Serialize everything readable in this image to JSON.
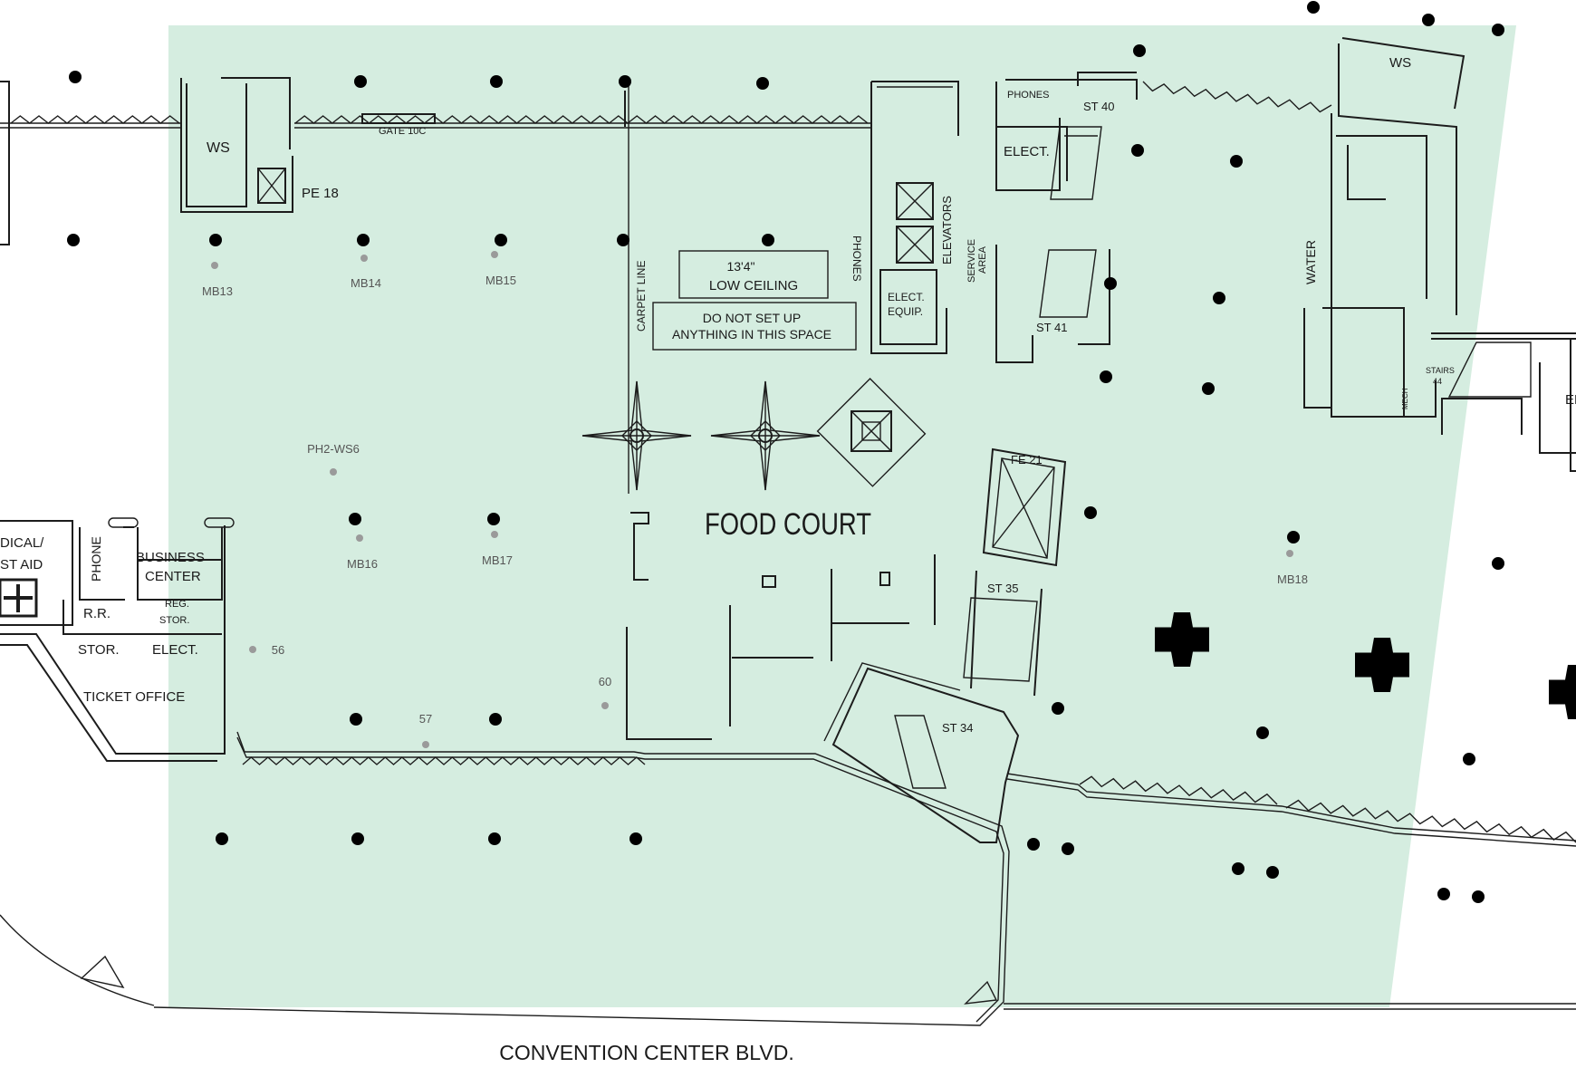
{
  "colors": {
    "zone": "#d5ede0",
    "line": "#1c1c1c",
    "marker": "#9a9a9a"
  },
  "rooms": {
    "ws_left": "WS",
    "pe18": "PE 18",
    "gate10c": "GATE 10C",
    "phones_top": "PHONES",
    "st40": "ST 40",
    "elect_top": "ELECT.",
    "ws_right": "WS",
    "elevators": "ELEVATORS",
    "phones_side": "PHONES",
    "service_area_1": "SERVICE",
    "service_area_2": "AREA",
    "elect_equip_1": "ELECT.",
    "elect_equip_2": "EQUIP.",
    "st41": "ST 41",
    "water": "WATER",
    "stairs44_1": "STAIRS",
    "stairs44_2": "44",
    "mech": "MECH",
    "el_partial": "EL",
    "fe21": "FE 21",
    "st35": "ST 35",
    "st34": "ST 34",
    "medical_1": "DICAL/",
    "medical_2": "ST AID",
    "phone": "PHONE",
    "business_1": "BUSINESS",
    "business_2": "CENTER",
    "rr": "R.R.",
    "reg_stor_1": "REG.",
    "reg_stor_2": "STOR.",
    "stor": "STOR.",
    "elect_low": "ELECT.",
    "ticket_office": "TICKET OFFICE",
    "carpet_line": "CARPET LINE"
  },
  "notes": {
    "low_ceiling_1": "13'4\"",
    "low_ceiling_2": "LOW CEILING",
    "do_not_1": "DO NOT SET UP",
    "do_not_2": "ANYTHING IN THIS SPACE"
  },
  "area_title": "FOOD COURT",
  "street": "CONVENTION CENTER BLVD.",
  "markers": [
    {
      "id": "MB13",
      "label": "MB13"
    },
    {
      "id": "MB14",
      "label": "MB14"
    },
    {
      "id": "MB15",
      "label": "MB15"
    },
    {
      "id": "PH2-WS6",
      "label": "PH2-WS6"
    },
    {
      "id": "MB16",
      "label": "MB16"
    },
    {
      "id": "MB17",
      "label": "MB17"
    },
    {
      "id": "MB18",
      "label": "MB18"
    },
    {
      "id": "56",
      "label": "56"
    },
    {
      "id": "57",
      "label": "57"
    },
    {
      "id": "60",
      "label": "60"
    }
  ]
}
